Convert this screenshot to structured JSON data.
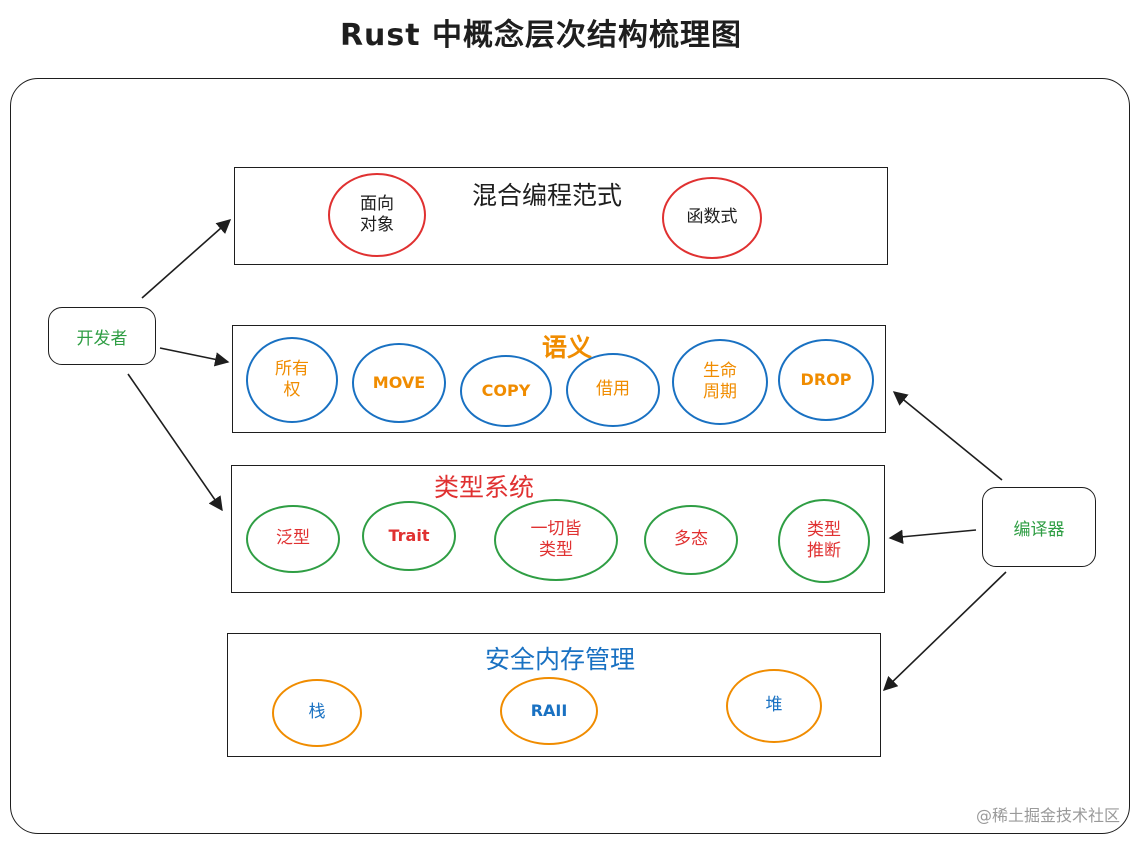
{
  "title": "Rust 中概念层次结构梳理图",
  "colors": {
    "stroke": "#1e1e1e",
    "red": "#e03131",
    "blue": "#1971c2",
    "green": "#2f9e44",
    "orange": "#f08c00",
    "black_text": "#1e1e1e"
  },
  "actors": {
    "developer": "开发者",
    "compiler": "编译器"
  },
  "layers": {
    "paradigm": {
      "title": "混合编程范式",
      "items": [
        "面向\n对象",
        "函数式"
      ]
    },
    "semantics": {
      "title": "语义",
      "items": [
        "所有\n权",
        "MOVE",
        "COPY",
        "借用",
        "生命\n周期",
        "DROP"
      ]
    },
    "type_system": {
      "title": "类型系统",
      "items": [
        "泛型",
        "Trait",
        "一切皆\n类型",
        "多态",
        "类型\n推断"
      ]
    },
    "memory": {
      "title": "安全内存管理",
      "items": [
        "栈",
        "RAII",
        "堆"
      ]
    }
  },
  "watermark": "@稀土掘金技术社区"
}
